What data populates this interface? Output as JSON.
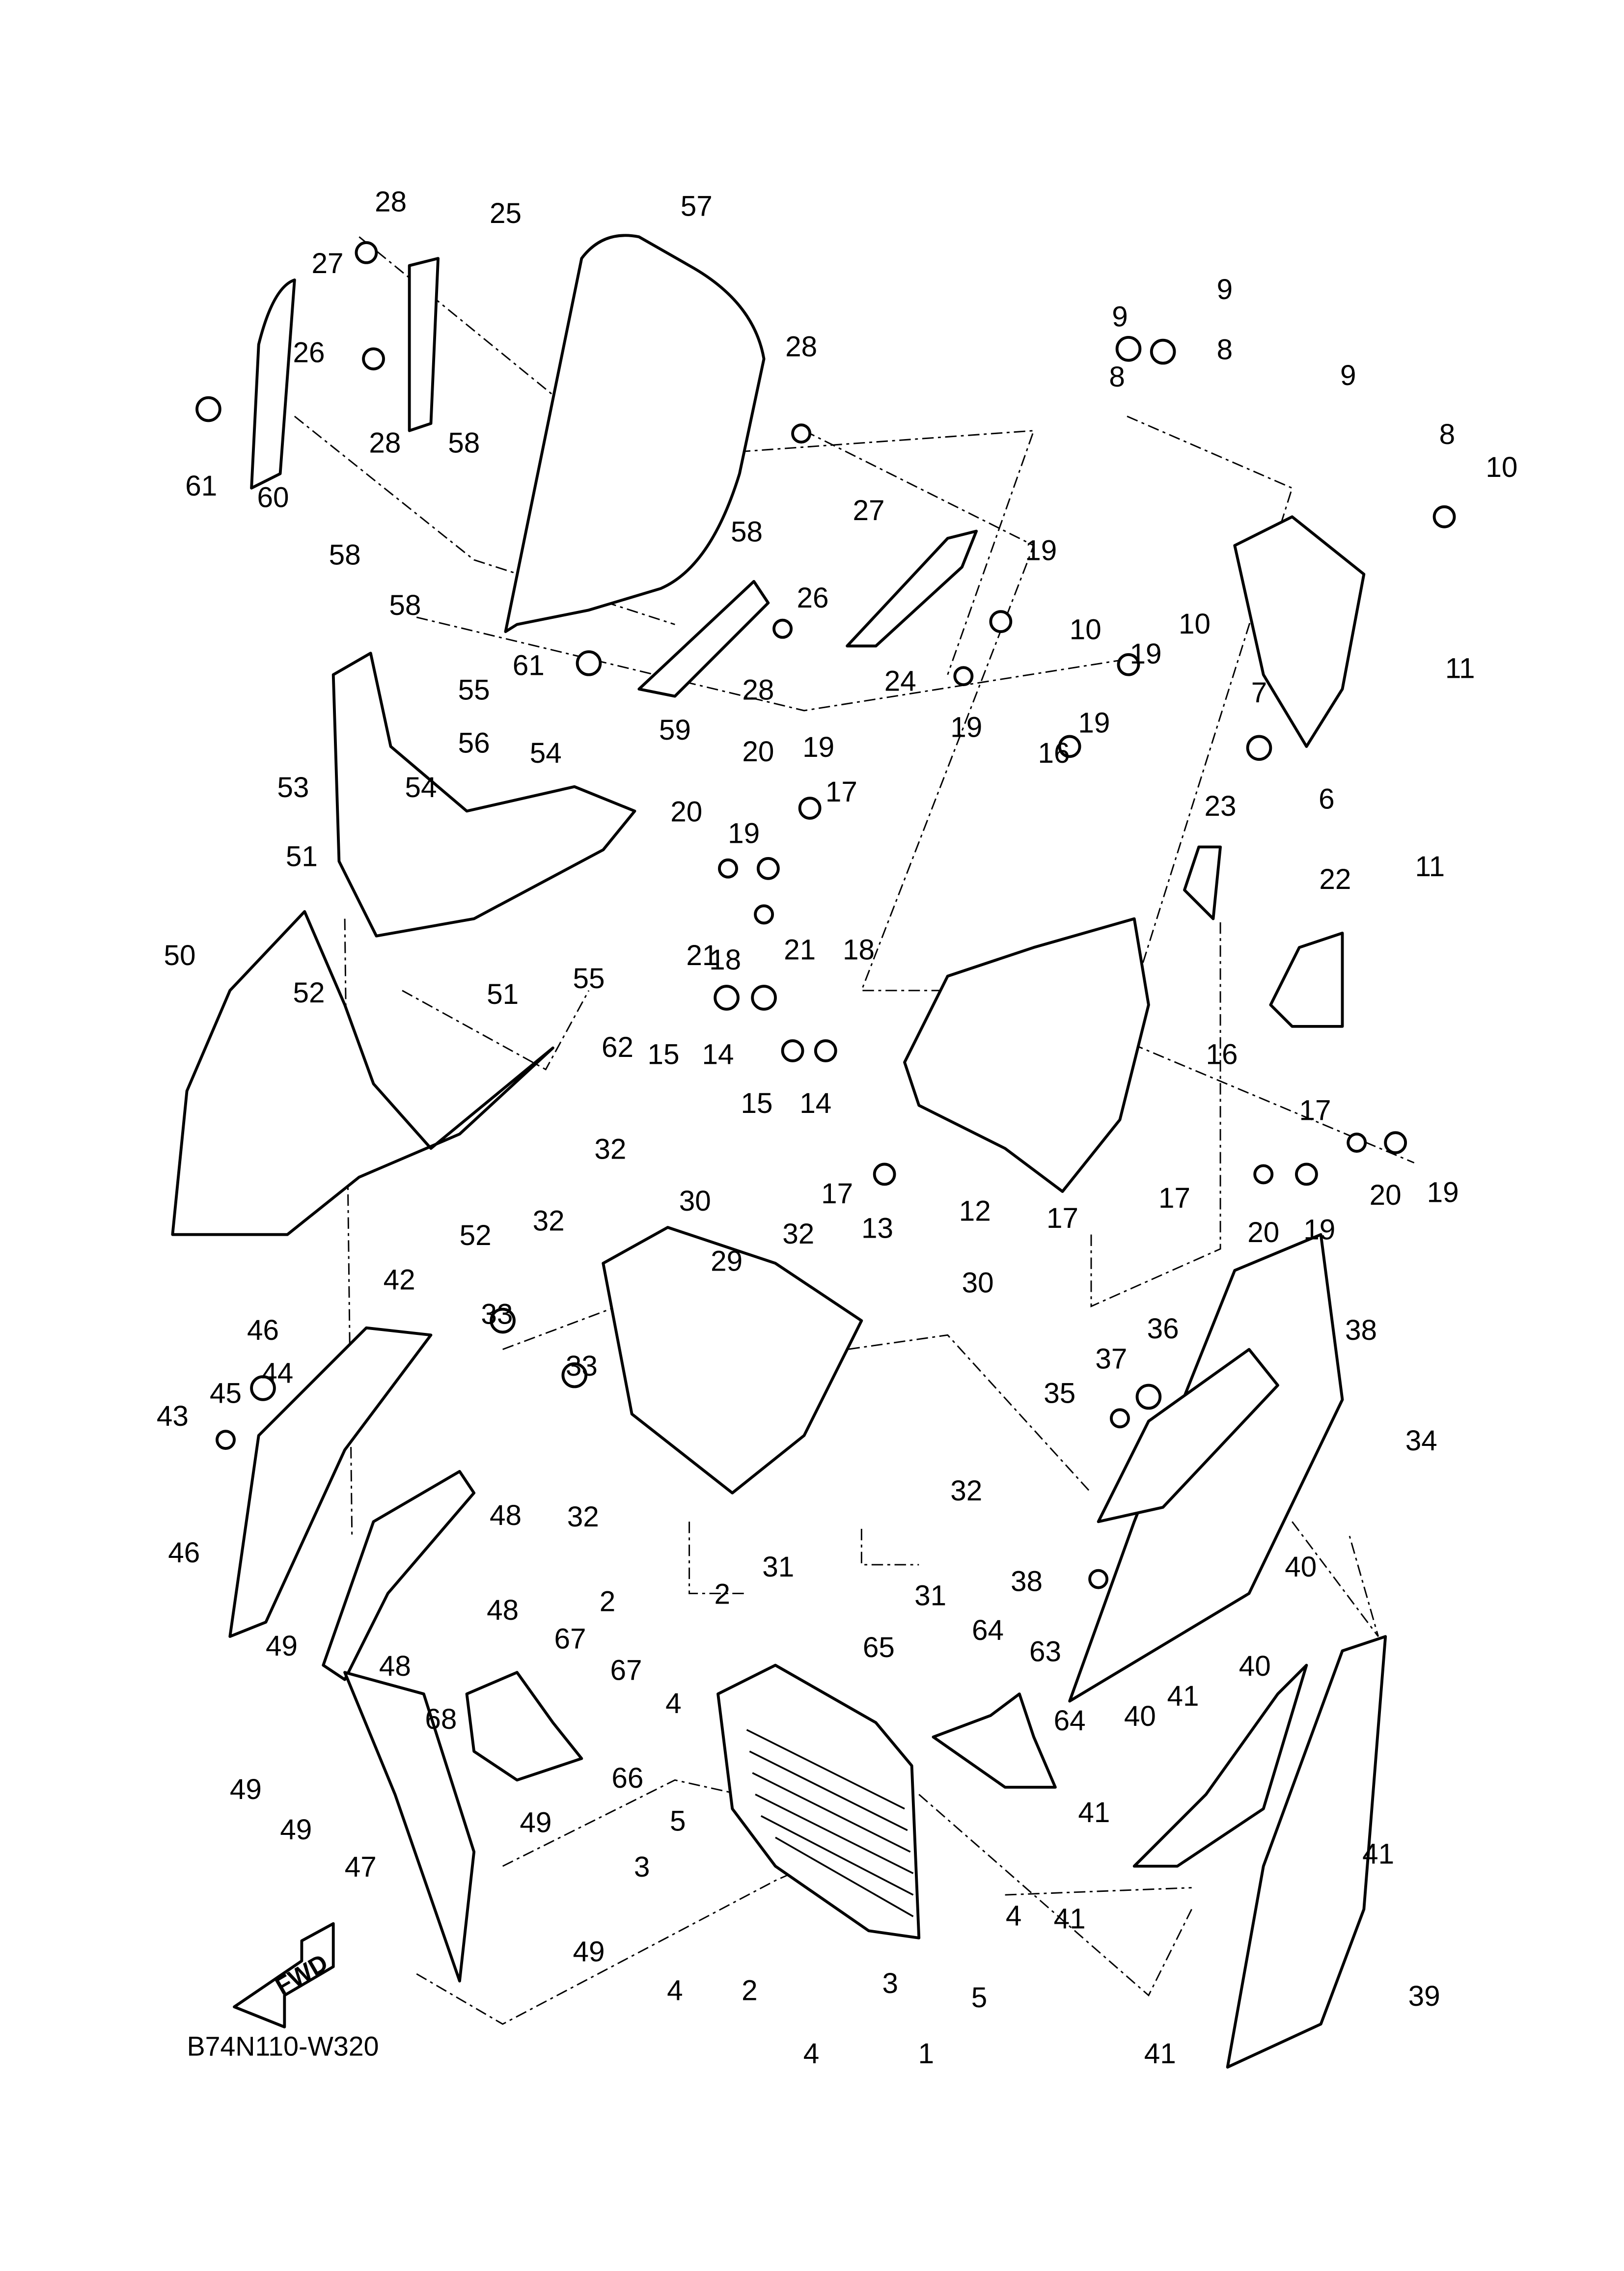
{
  "diagram_code": "B74N110-W320",
  "direction_marker": "FWD",
  "callouts": [
    "28",
    "25",
    "57",
    "27",
    "26",
    "28",
    "58",
    "61",
    "60",
    "58",
    "58",
    "28",
    "27",
    "58",
    "26",
    "24",
    "28",
    "61",
    "59",
    "19",
    "19",
    "19",
    "19",
    "20",
    "19",
    "20",
    "19",
    "17",
    "16",
    "9",
    "9",
    "8",
    "8",
    "9",
    "8",
    "10",
    "10",
    "10",
    "11",
    "7",
    "6",
    "11",
    "23",
    "22",
    "55",
    "56",
    "54",
    "54",
    "53",
    "51",
    "50",
    "52",
    "55",
    "51",
    "21",
    "18",
    "21",
    "18",
    "15",
    "14",
    "15",
    "14",
    "16",
    "17",
    "17",
    "13",
    "12",
    "17",
    "17",
    "20",
    "19",
    "20",
    "19",
    "62",
    "32",
    "30",
    "52",
    "32",
    "29",
    "32",
    "30",
    "33",
    "33",
    "42",
    "46",
    "44",
    "45",
    "43",
    "46",
    "36",
    "37",
    "35",
    "38",
    "34",
    "32",
    "32",
    "31",
    "31",
    "38",
    "40",
    "48",
    "48",
    "48",
    "49",
    "2",
    "2",
    "64",
    "63",
    "65",
    "67",
    "67",
    "68",
    "66",
    "40",
    "41",
    "40",
    "4",
    "64",
    "49",
    "49",
    "49",
    "5",
    "41",
    "41",
    "3",
    "47",
    "41",
    "4",
    "49",
    "4",
    "2",
    "3",
    "5",
    "39",
    "1",
    "4",
    "41"
  ]
}
